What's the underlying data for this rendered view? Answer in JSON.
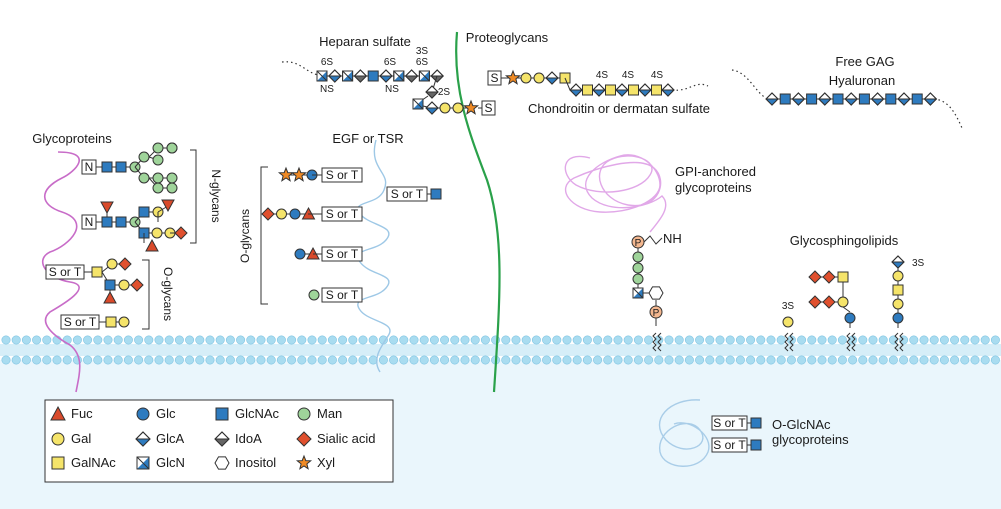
{
  "labels": {
    "heparan_sulfate": "Heparan sulfate",
    "proteoglycans": "Proteoglycans",
    "free_gag": "Free GAG",
    "hyaluronan": "Hyaluronan",
    "chondroitin": "Chondroitin or dermatan sulfate",
    "glycoproteins": "Glycoproteins",
    "egf_tsr": "EGF or TSR",
    "n_glycans": "N-glycans",
    "o_glycans_left": "O-glycans",
    "o_glycans_mid": "O-glycans",
    "gpi": "GPI-anchored",
    "gpi2": "glycoproteins",
    "glycosphingolipids": "Glycosphingolipids",
    "o_glcnac": "O-GlcNAc",
    "o_glcnac2": "glycoproteins",
    "nh": "NH",
    "p": "P",
    "n": "N",
    "s": "S",
    "s_or_t": "S or T",
    "sulf_6s": "6S",
    "sulf_ns": "NS",
    "sulf_3s": "3S",
    "sulf_2s": "2S",
    "sulf_4s": "4S"
  },
  "legend": [
    {
      "symbol": "triangle",
      "color": "#d94a2b",
      "label": "Fuc"
    },
    {
      "symbol": "circle",
      "color": "#2e7bbf",
      "label": "Glc"
    },
    {
      "symbol": "square",
      "color": "#2e7bbf",
      "label": "GlcNAc"
    },
    {
      "symbol": "circle",
      "color": "#9fd49a",
      "label": "Man"
    },
    {
      "symbol": "circle",
      "color": "#f5e46a",
      "label": "Gal"
    },
    {
      "symbol": "diamond-half-blue",
      "color": "#2e7bbf",
      "label": "GlcA"
    },
    {
      "symbol": "diamond-half-gray",
      "color": "#666666",
      "label": "IdoA"
    },
    {
      "symbol": "diamond",
      "color": "#e0502e",
      "label": "Sialic acid"
    },
    {
      "symbol": "square",
      "color": "#f5e46a",
      "label": "GalNAc"
    },
    {
      "symbol": "square-half",
      "color": "#2e7bbf",
      "label": "GlcN"
    },
    {
      "symbol": "hexagon",
      "color": "#ffffff",
      "label": "Inositol"
    },
    {
      "symbol": "star",
      "color": "#f08a24",
      "label": "Xyl"
    }
  ],
  "colors": {
    "glcnac": "#2e7bbf",
    "man": "#9fd49a",
    "gal": "#f5e46a",
    "fuc": "#d94a2b",
    "sialic": "#e0502e",
    "xyl": "#f08a24",
    "idoa": "#666666",
    "membrane": "#a9dcf0",
    "cytoplasm": "#eaf6fc",
    "egf_coil": "#9ec8e6",
    "proteoglycan_core": "#2aa14a",
    "glycoprotein_chain": "#c86cc8",
    "gpi_coil": "#e1a8e8",
    "ogl_coil": "#a9cde8",
    "p_circle": "#f4b78f"
  }
}
